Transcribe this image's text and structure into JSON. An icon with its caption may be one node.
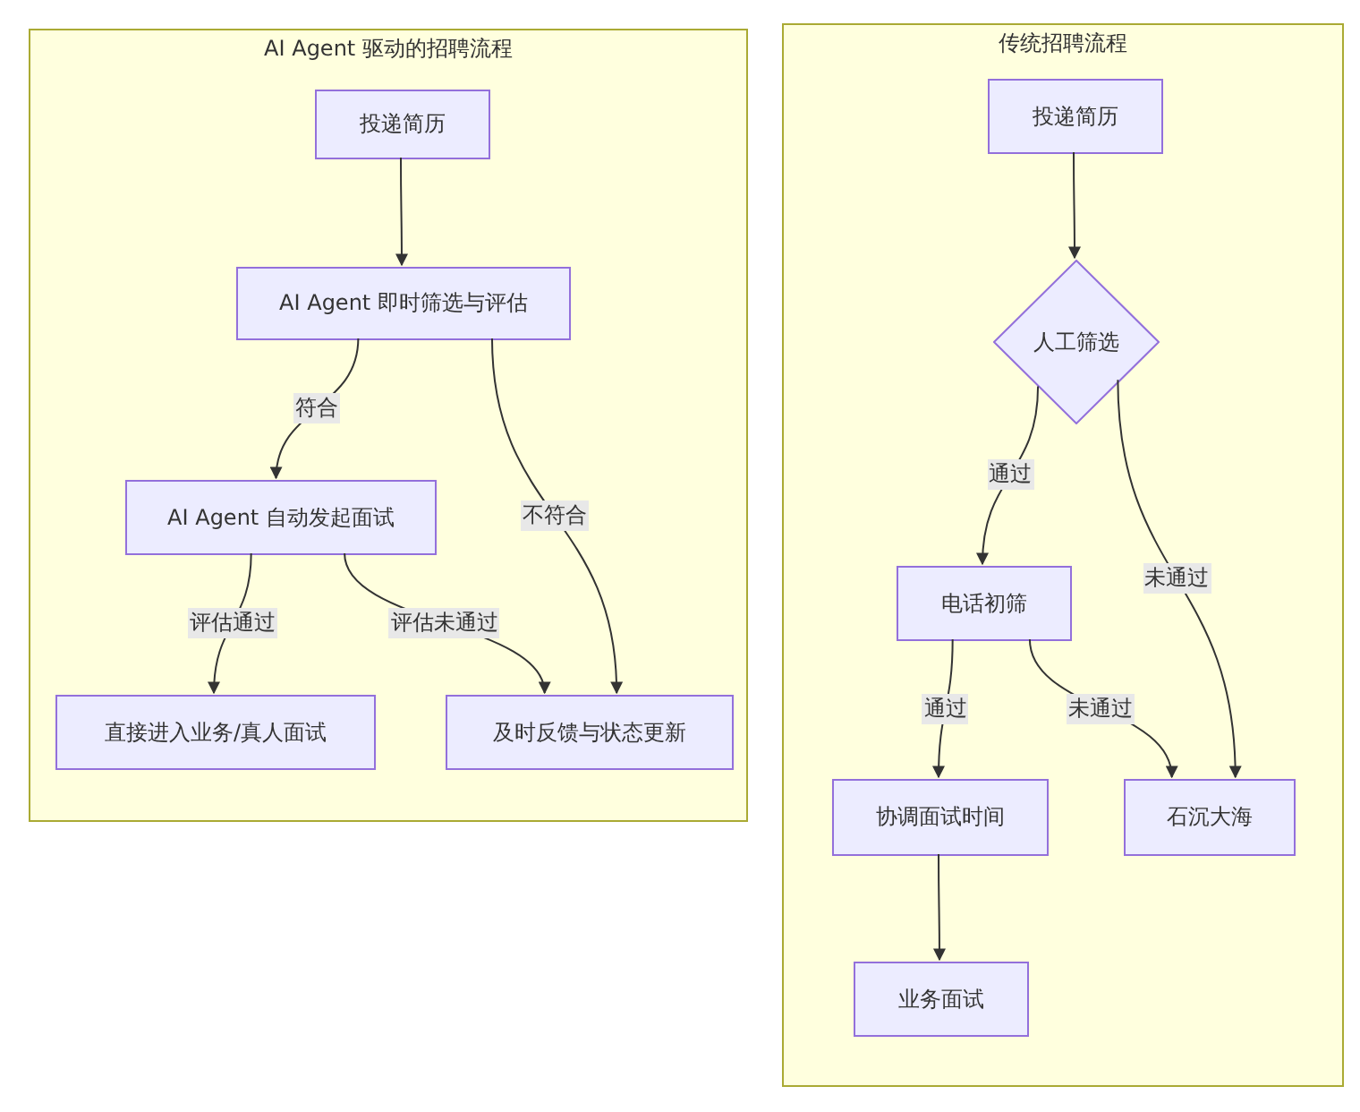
{
  "diagram": {
    "nodes": [
      {
        "text": [
          "AI Agent 驱动的招聘流程"
        ]
      },
      {
        "text": [
          "投递简历"
        ],
        "in": 0
      },
      {
        "text": [
          "AI Agent 即时筛选与评估"
        ],
        "in": 0
      },
      {
        "text": [
          "AI Agent 自动发起面试"
        ],
        "in": 0
      },
      {
        "text": [
          "直接进入业务/真人面试"
        ],
        "in": 0
      },
      {
        "text": [
          "及时反馈与状态更新"
        ],
        "in": 0
      },
      {
        "text": [
          "传统招聘流程"
        ]
      },
      {
        "text": [
          "投递简历"
        ],
        "in": 6
      },
      {
        "text": [
          "人工筛选"
        ],
        "in": 6
      },
      {
        "text": [
          "电话初筛"
        ],
        "in": 6
      },
      {
        "text": [
          "石沉大海"
        ],
        "in": 6
      },
      {
        "text": [
          "协调面试时间"
        ],
        "in": 6
      },
      {
        "text": [
          "业务面试"
        ],
        "in": 6
      }
    ],
    "edges": [
      {
        "from": 1,
        "to": 2,
        "arrow": "to"
      },
      {
        "from": 2,
        "to": 3,
        "arrow": "to",
        "label": "符合"
      },
      {
        "from": 2,
        "to": 5,
        "arrow": "to",
        "label": "不符合"
      },
      {
        "from": 3,
        "to": 4,
        "arrow": "to",
        "label": "评估通过"
      },
      {
        "from": 3,
        "to": 5,
        "arrow": "to",
        "label": "评估未通过"
      },
      {
        "from": 7,
        "to": 8,
        "arrow": "to"
      },
      {
        "from": 8,
        "to": 9,
        "arrow": "to",
        "label": "通过"
      },
      {
        "from": 8,
        "to": 10,
        "arrow": "to",
        "label": "未通过"
      },
      {
        "from": 9,
        "to": 11,
        "arrow": "to",
        "label": "通过"
      },
      {
        "from": 9,
        "to": 10,
        "arrow": "to",
        "label": "未通过"
      },
      {
        "from": 11,
        "to": 12,
        "arrow": "to"
      }
    ]
  }
}
